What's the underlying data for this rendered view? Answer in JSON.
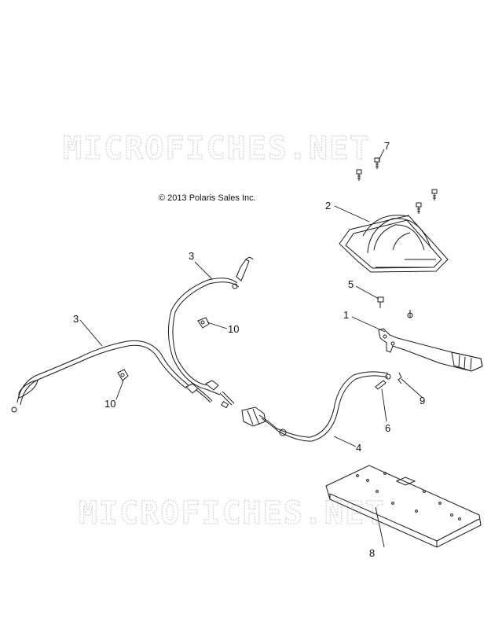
{
  "watermark": {
    "text": "MICROFICHES.NET"
  },
  "copyright": "© 2013 Polaris Sales Inc.",
  "callouts": {
    "c1": "1",
    "c2": "2",
    "c3_upper": "3",
    "c3_left": "3",
    "c4": "4",
    "c5": "5",
    "c6": "6",
    "c7": "7",
    "c8": "8",
    "c9": "9",
    "c10_upper": "10",
    "c10_left": "10"
  }
}
